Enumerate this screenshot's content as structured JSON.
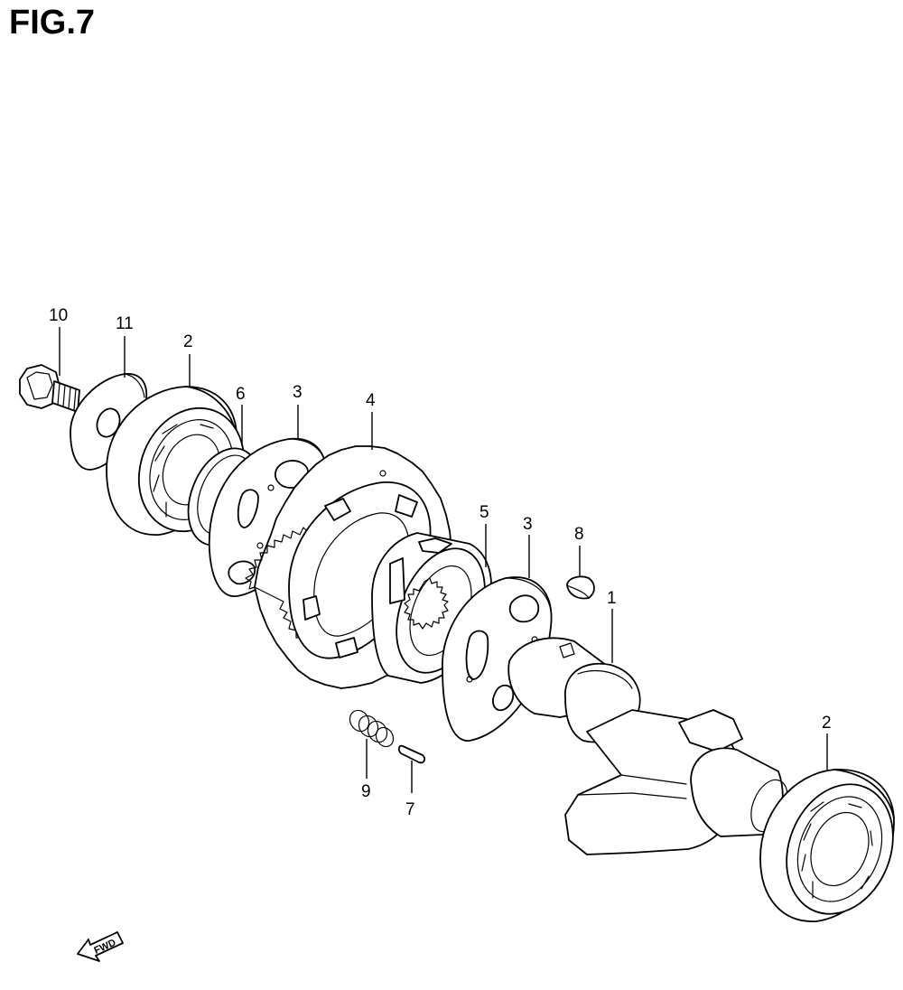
{
  "figure": {
    "title": "FIG.7"
  },
  "callouts": [
    {
      "id": "c10",
      "label": "10"
    },
    {
      "id": "c11",
      "label": "11"
    },
    {
      "id": "c2a",
      "label": "2"
    },
    {
      "id": "c6",
      "label": "6"
    },
    {
      "id": "c3a",
      "label": "3"
    },
    {
      "id": "c4",
      "label": "4"
    },
    {
      "id": "c5",
      "label": "5"
    },
    {
      "id": "c3b",
      "label": "3"
    },
    {
      "id": "c8",
      "label": "8"
    },
    {
      "id": "c1",
      "label": "1"
    },
    {
      "id": "c2b",
      "label": "2"
    },
    {
      "id": "c9",
      "label": "9"
    },
    {
      "id": "c7",
      "label": "7"
    }
  ],
  "direction_arrow": {
    "label": "FWD",
    "icon": "fwd-arrow-icon"
  },
  "colors": {
    "line": "#000000",
    "background": "#ffffff"
  }
}
